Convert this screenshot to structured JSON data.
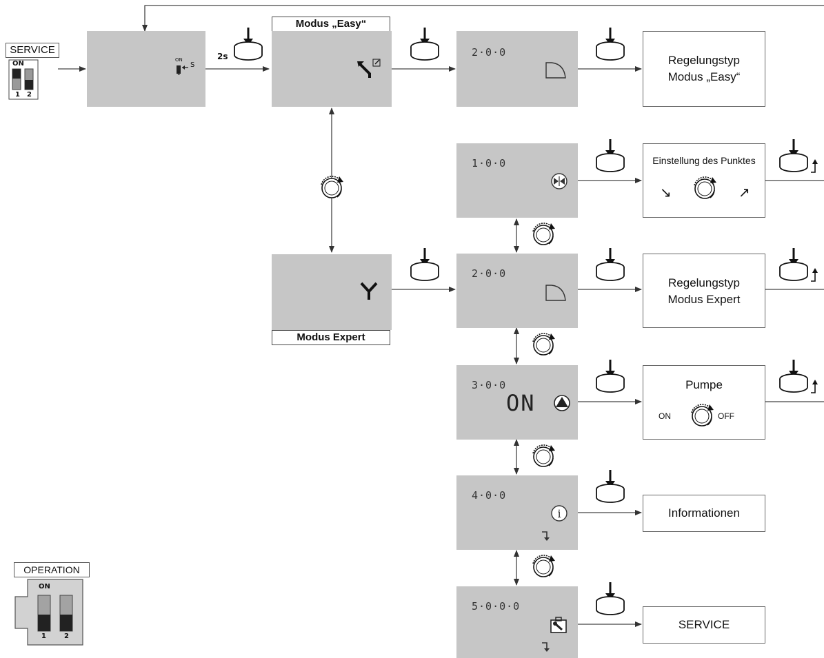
{
  "service_switch": {
    "label": "SERVICE",
    "on_label": "ON",
    "switch1": "1",
    "switch2": "2"
  },
  "operation_switch": {
    "label": "OPERATION",
    "on_label": "ON",
    "switch1": "1",
    "switch2": "2"
  },
  "start_panel": {
    "mini_on": "ON",
    "mini_s": "S",
    "mini_1": "1",
    "hold_label": "2s"
  },
  "modes": {
    "easy_title": "Modus „Easy“",
    "expert_title": "Modus Expert"
  },
  "menu_codes": {
    "easy_200": "2·0·0",
    "p100": "1·0·0",
    "p200": "2·0·0",
    "p300": "3·0·0",
    "p400": "4·0·0",
    "p500": "5·0·0·0"
  },
  "pump_display": "ON",
  "result_boxes": {
    "easy_type": {
      "line1": "Regelungstyp",
      "line2": "Modus „Easy“"
    },
    "point": {
      "line1": "Einstellung des Punktes"
    },
    "expert_type": {
      "line1": "Regelungstyp",
      "line2": "Modus Expert"
    },
    "pump": {
      "line1": "Pumpe",
      "on": "ON",
      "off": "OFF"
    },
    "info": {
      "line1": "Informationen"
    },
    "service": {
      "line1": "SERVICE"
    }
  }
}
